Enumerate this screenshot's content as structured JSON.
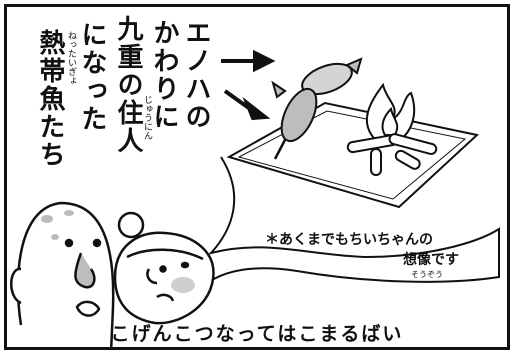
{
  "narration": {
    "col1": "エノハの",
    "col2": "かわりに",
    "col3": "九重の住人",
    "col3_ruby": "じゅうにん",
    "col4": "になった",
    "col5": "熱帯魚たち",
    "col5_ruby": "ねったいぎょ"
  },
  "thought_bubble": {
    "note_line1": "＊あくまでもちいちゃんの",
    "note_line2": "想像です",
    "note_ruby": "そうぞう"
  },
  "dialogue": "こげんこつなってはこまるばい",
  "icons": [
    "arrow-icon",
    "fish-skewer",
    "campfire",
    "man-face",
    "girl-face",
    "thought-bubble"
  ],
  "colors": {
    "ink": "#111111",
    "tint": "#c8c8c8",
    "paper": "#ffffff"
  }
}
